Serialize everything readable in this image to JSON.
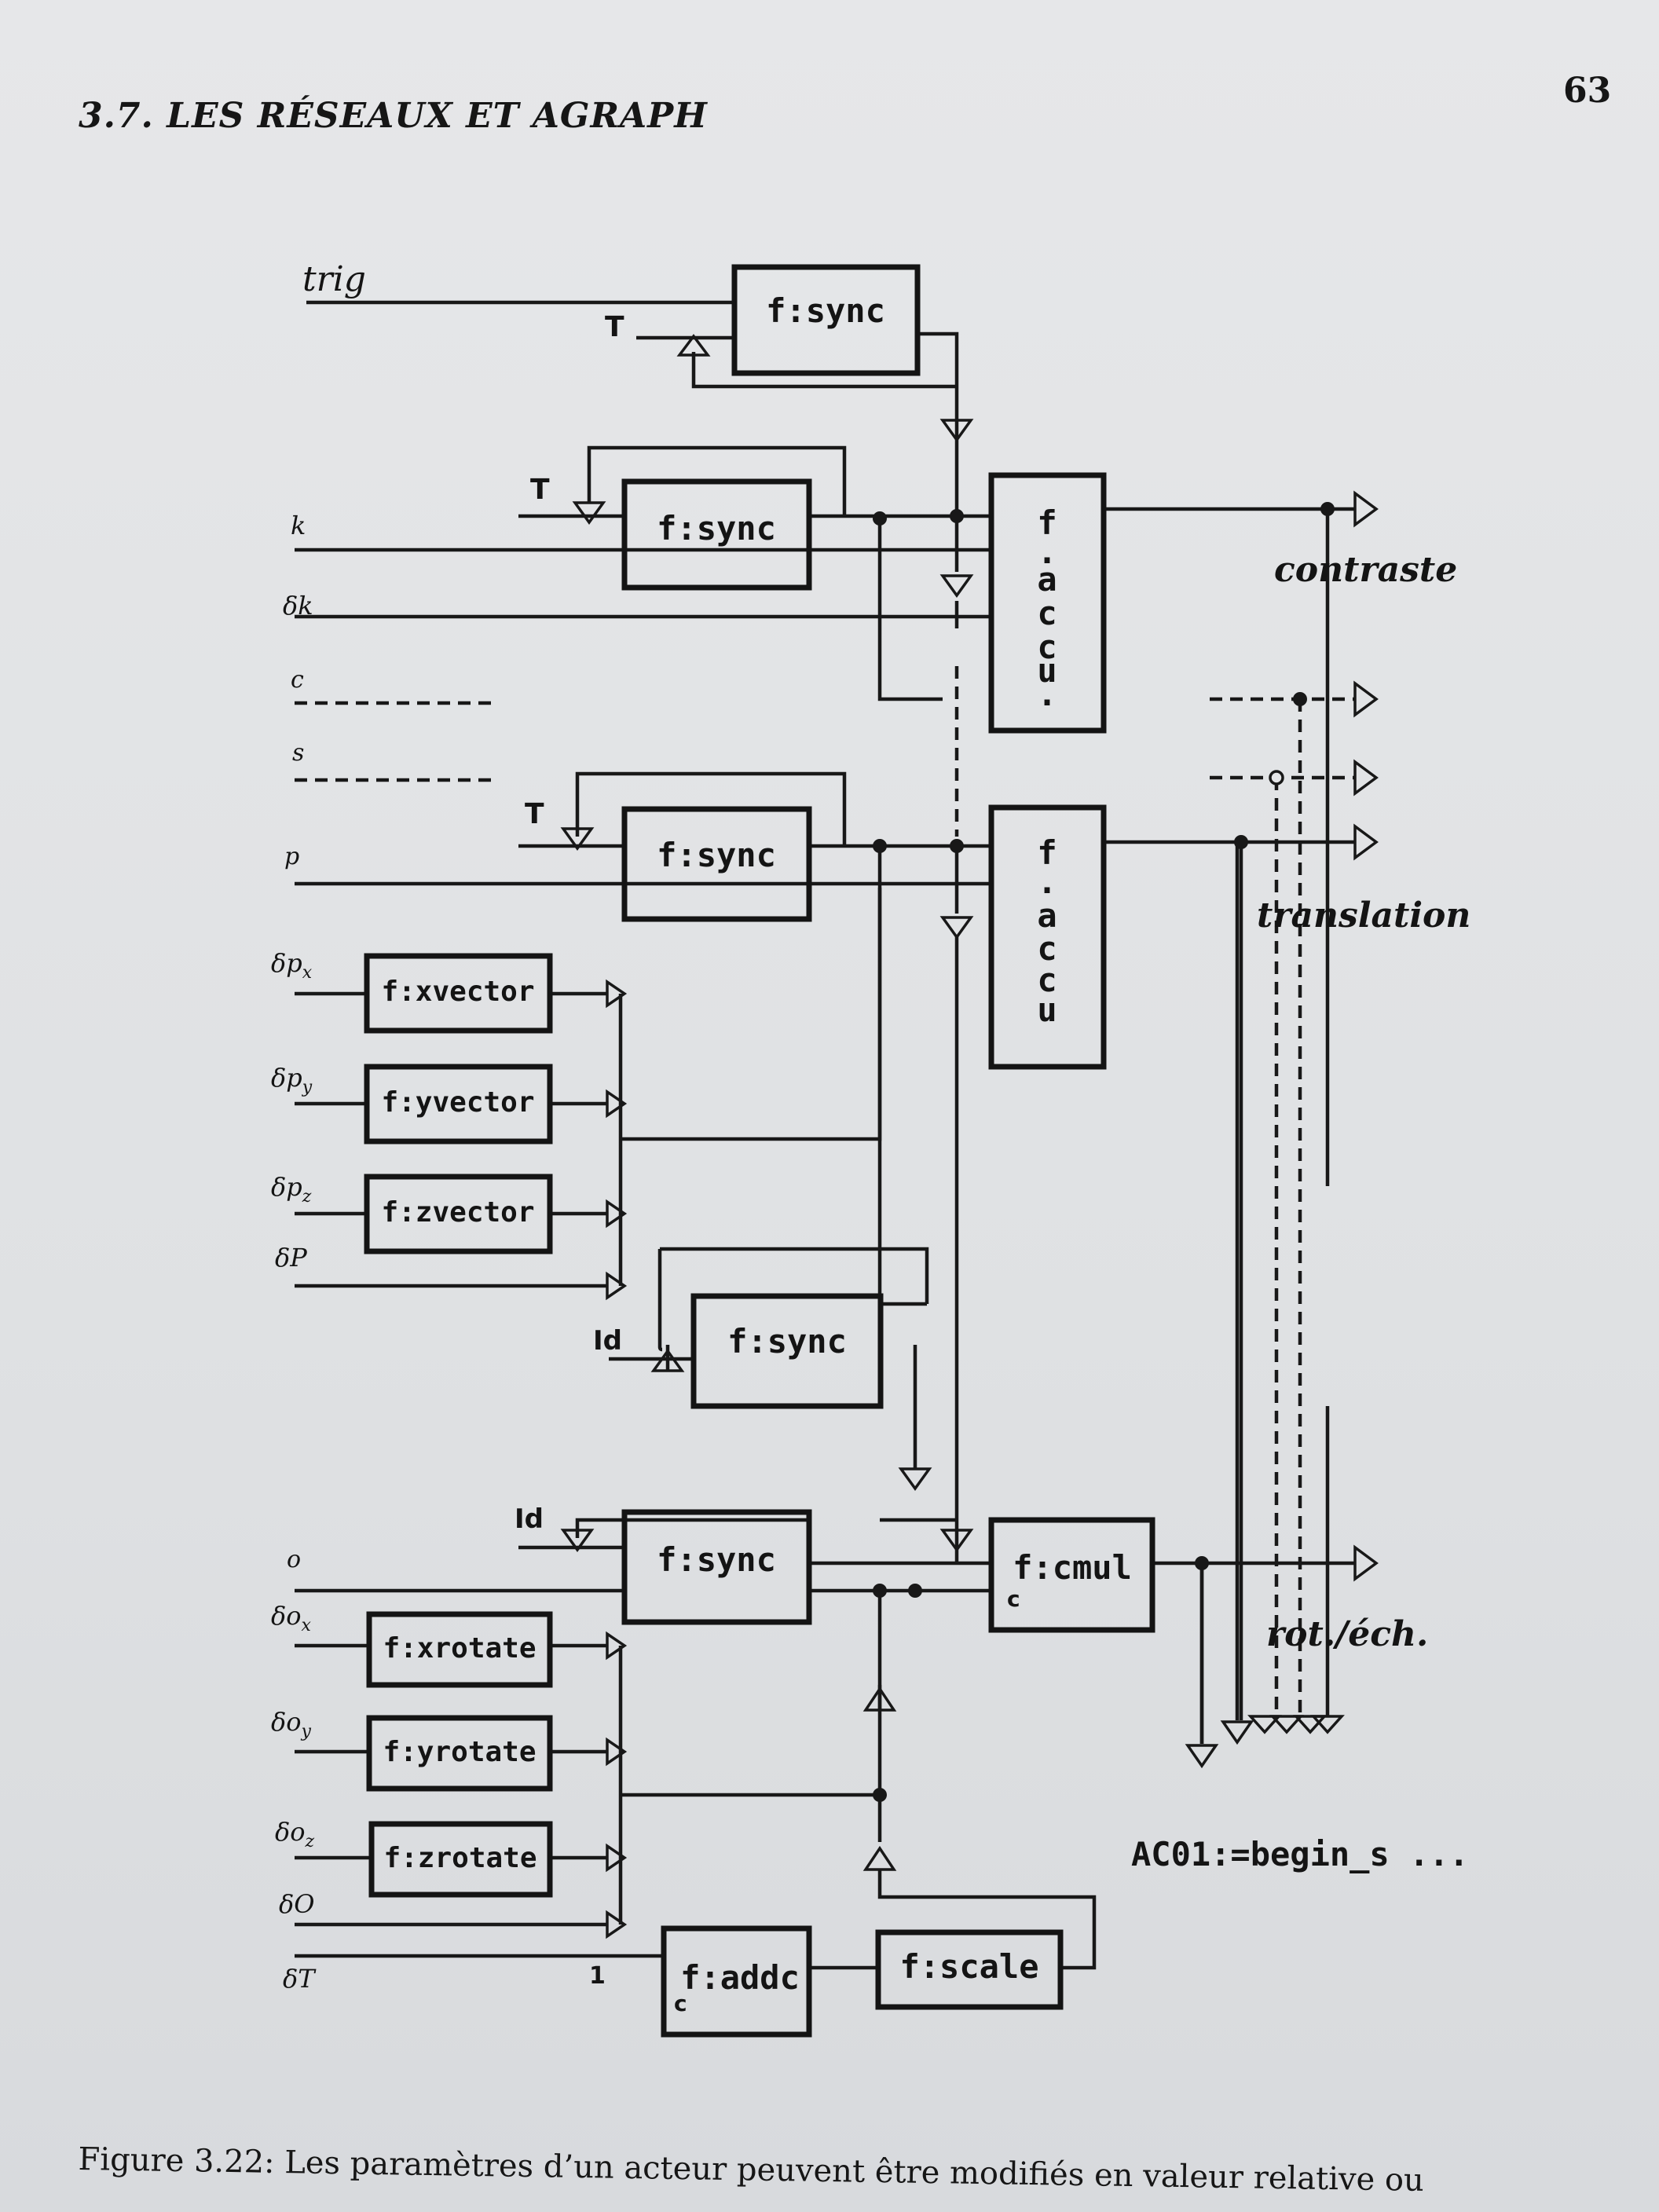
{
  "header": {
    "running_head": "3.7. LES RÉSEAUX ET AGRAPH",
    "page_number": "63"
  },
  "diagram": {
    "signals": {
      "trig": "trig",
      "k": "k",
      "dk": "δk",
      "c": "c",
      "s": "s",
      "p": "p",
      "dpx": "δp",
      "dpx_sub": "x",
      "dpy": "δp",
      "dpy_sub": "y",
      "dpz": "δp",
      "dpz_sub": "z",
      "dP": "δP",
      "o": "o",
      "dox": "δo",
      "dox_sub": "x",
      "doy": "δo",
      "doy_sub": "y",
      "doz": "δo",
      "doz_sub": "z",
      "dO": "δO",
      "dT": "δT"
    },
    "ports": {
      "T": "T",
      "Id": "Id",
      "one": "1",
      "c": "c"
    },
    "blocks": {
      "sync": "f:sync",
      "accu_letters": [
        "f",
        ".",
        "a",
        "c",
        "c",
        "u",
        "."
      ],
      "accu_letters_2": [
        "f",
        ".",
        "a",
        "c",
        "c",
        "u"
      ],
      "xvector": "f:xvector",
      "yvector": "f:yvector",
      "zvector": "f:zvector",
      "cmul": "f:cmul",
      "xrotate": "f:xrotate",
      "yrotate": "f:yrotate",
      "zrotate": "f:zrotate",
      "addc": "f:addc",
      "scale": "f:scale"
    },
    "outputs": {
      "contraste": "contraste",
      "translation": "translation",
      "rot_ech": "rot./éch."
    },
    "code": "AC01:=begin_s ..."
  },
  "caption": {
    "text": "Figure 3.22: Les paramètres d’un acteur peuvent être modifiés en valeur relative ou"
  }
}
